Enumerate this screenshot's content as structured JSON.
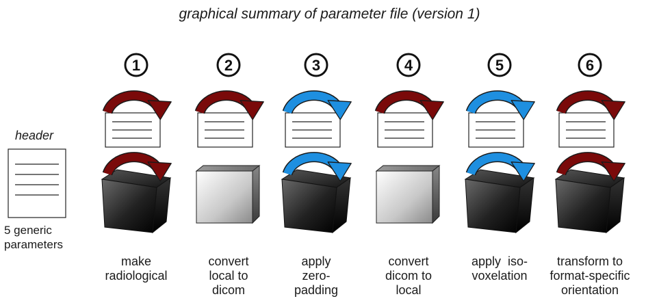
{
  "title": "graphical summary of parameter file (version 1)",
  "header": {
    "label": "header",
    "caption": "5 generic parameters"
  },
  "colors": {
    "dark_red": "#7a0a0a",
    "blue": "#1e8fe0",
    "outline": "#222222"
  },
  "steps": [
    {
      "number": "1",
      "label": "make radiological",
      "arrow_color": "dark_red",
      "cube_style": "dark"
    },
    {
      "number": "2",
      "label": "convert local to dicom",
      "arrow_color": "dark_red",
      "cube_style": "light"
    },
    {
      "number": "3",
      "label": "apply zero-padding",
      "arrow_color": "blue",
      "cube_style": "dark"
    },
    {
      "number": "4",
      "label": "convert dicom to local",
      "arrow_color": "dark_red",
      "cube_style": "light"
    },
    {
      "number": "5",
      "label": "apply iso-voxelation",
      "arrow_color": "blue",
      "cube_style": "dark"
    },
    {
      "number": "6",
      "label": "transform to format-specific orientation",
      "arrow_color": "dark_red",
      "cube_style": "dark"
    }
  ],
  "step_label_lines": [
    [
      "make",
      "radiological"
    ],
    [
      "convert",
      "local to",
      "dicom"
    ],
    [
      "apply",
      "zero-",
      "padding"
    ],
    [
      "convert",
      "dicom to",
      "local"
    ],
    [
      "apply  iso-",
      "voxelation"
    ],
    [
      "transform to",
      "format-specific",
      "orientation"
    ]
  ]
}
